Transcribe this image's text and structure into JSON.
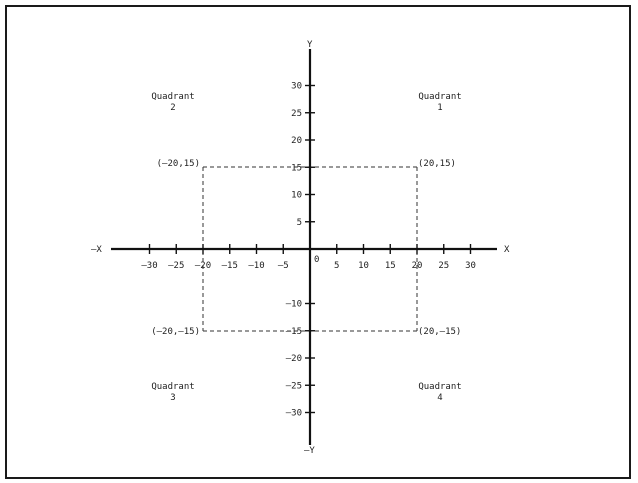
{
  "axes": {
    "x_positive": "X",
    "x_negative": "–X",
    "y_positive": "Y",
    "y_negative": "–Y",
    "origin": "0"
  },
  "x_ticks": [
    {
      "value": -30,
      "label": "–30"
    },
    {
      "value": -25,
      "label": "–25"
    },
    {
      "value": -20,
      "label": "–20"
    },
    {
      "value": -15,
      "label": "–15"
    },
    {
      "value": -10,
      "label": "–10"
    },
    {
      "value": -5,
      "label": "–5"
    },
    {
      "value": 5,
      "label": "5"
    },
    {
      "value": 10,
      "label": "10"
    },
    {
      "value": 15,
      "label": "15"
    },
    {
      "value": 20,
      "label": "20"
    },
    {
      "value": 25,
      "label": "25"
    },
    {
      "value": 30,
      "label": "30"
    }
  ],
  "y_ticks": [
    {
      "value": 30,
      "label": "30"
    },
    {
      "value": 25,
      "label": "25"
    },
    {
      "value": 20,
      "label": "20"
    },
    {
      "value": 15,
      "label": "15"
    },
    {
      "value": 10,
      "label": "10"
    },
    {
      "value": 5,
      "label": "5"
    },
    {
      "value": -10,
      "label": "–10"
    },
    {
      "value": -15,
      "label": "–15"
    },
    {
      "value": -20,
      "label": "–20"
    },
    {
      "value": -25,
      "label": "–25"
    },
    {
      "value": -30,
      "label": "–30"
    }
  ],
  "quadrants": [
    {
      "line1": "Quadrant",
      "line2": "1"
    },
    {
      "line1": "Quadrant",
      "line2": "2"
    },
    {
      "line1": "Quadrant",
      "line2": "3"
    },
    {
      "line1": "Quadrant",
      "line2": "4"
    }
  ],
  "points": [
    {
      "x": 20,
      "y": 15,
      "label": "(20,15)"
    },
    {
      "x": -20,
      "y": 15,
      "label": "(–20,15)"
    },
    {
      "x": -20,
      "y": -15,
      "label": "(–20,–15)"
    },
    {
      "x": 20,
      "y": -15,
      "label": "(20,–15)"
    }
  ],
  "colors": {
    "ink": "#1a1a1a",
    "background": "#ffffff"
  }
}
